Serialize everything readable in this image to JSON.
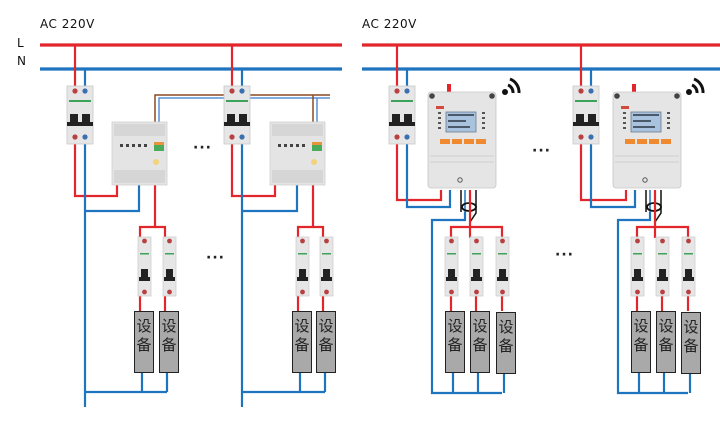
{
  "diagram": {
    "title": "AC 220V wiring diagram (two schemes)",
    "colors": {
      "live": "#e3262c",
      "neutral": "#1f74bf",
      "comm_brown": "#8b4a22",
      "comm_blue": "#5a8fd6",
      "signal": "#111111",
      "load_fill": "#a9a9a9"
    },
    "left_scheme": {
      "supply_label": "AC  220V",
      "line_labels": {
        "live": "L",
        "neutral": "N"
      },
      "ellipsis_modules": "···",
      "ellipsis_loads": "···",
      "groups": [
        {
          "breaker": "2P circuit breaker",
          "module": "DIN-rail monitoring module",
          "loads": [
            "设备",
            "设备"
          ]
        },
        {
          "breaker": "2P circuit breaker",
          "module": "DIN-rail monitoring module",
          "loads": [
            "设备",
            "设备"
          ]
        }
      ]
    },
    "right_scheme": {
      "supply_label": "AC  220V",
      "ellipsis_modules": "···",
      "ellipsis_loads": "···",
      "groups": [
        {
          "breaker": "2P circuit breaker",
          "module": "Wireless monitoring device with LCD",
          "wireless_icon": "wifi-signal",
          "loads": [
            "设备",
            "设备",
            "设备"
          ]
        },
        {
          "breaker": "2P circuit breaker",
          "module": "Wireless monitoring device with LCD",
          "wireless_icon": "wifi-signal",
          "loads": [
            "设备",
            "设备",
            "设备"
          ]
        }
      ]
    }
  }
}
